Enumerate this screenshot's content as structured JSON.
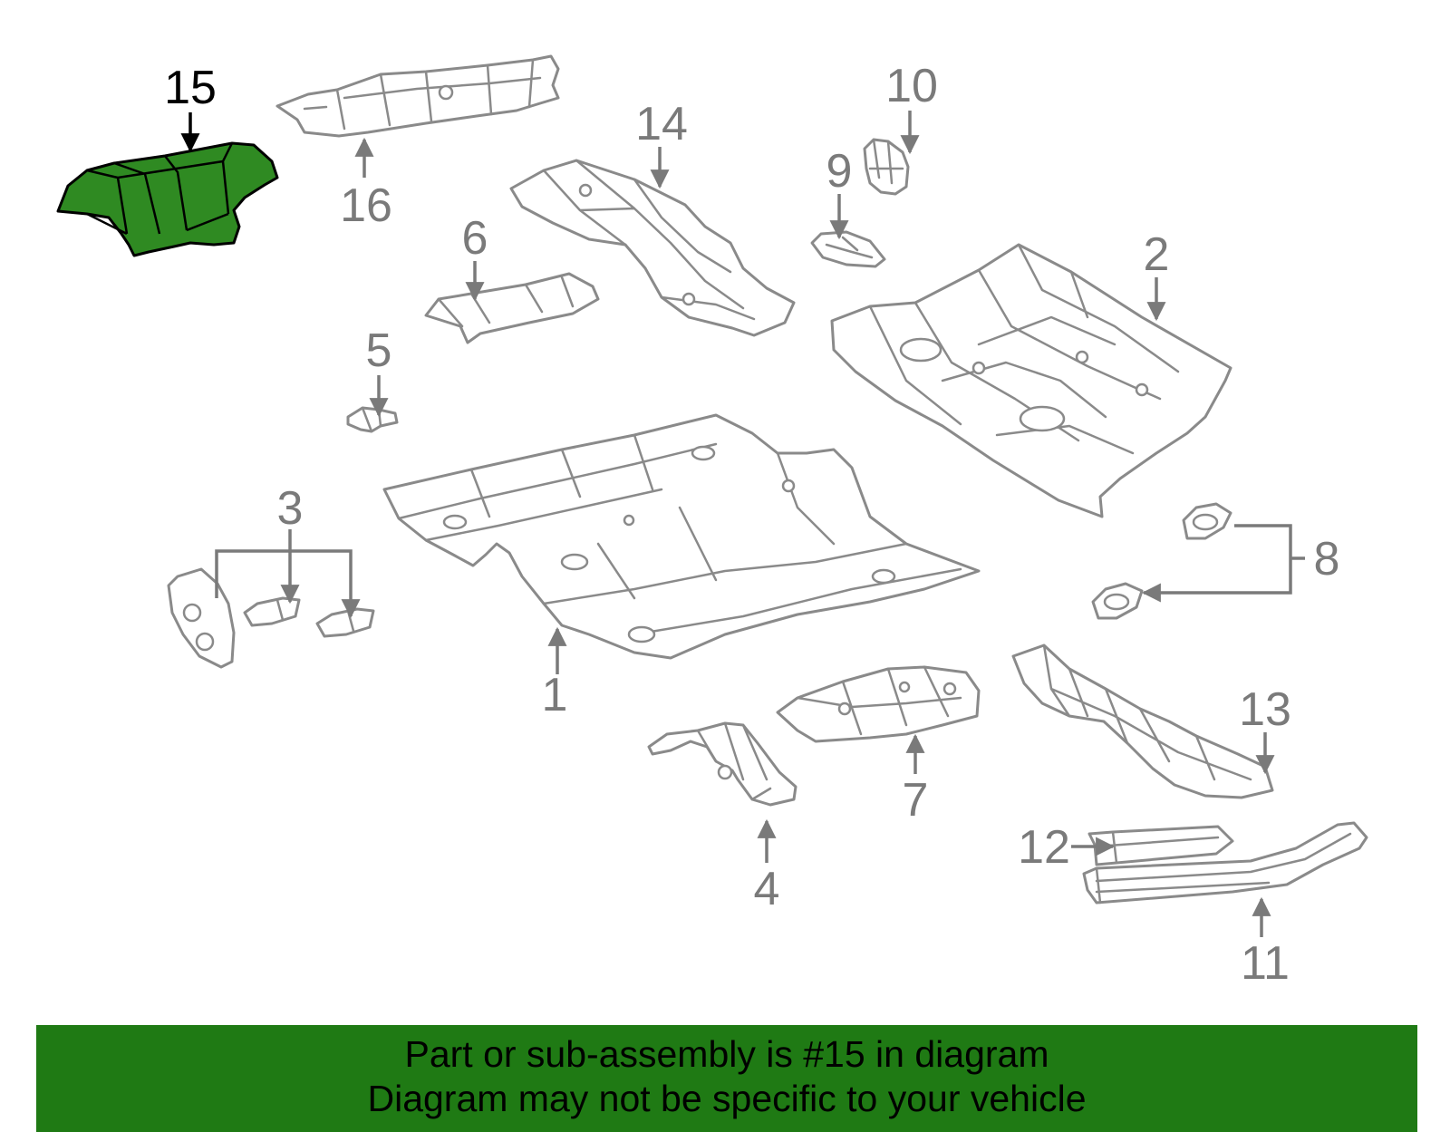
{
  "highlight": {
    "part": "15",
    "color": "#2f8a22"
  },
  "callouts": [
    "1",
    "2",
    "3",
    "4",
    "5",
    "6",
    "7",
    "8",
    "9",
    "10",
    "11",
    "12",
    "13",
    "14",
    "15",
    "16"
  ],
  "banner": {
    "line1": "Part or sub-assembly is #15 in diagram",
    "line2": "Diagram may not be specific to your vehicle",
    "background": "#1f7a14"
  }
}
